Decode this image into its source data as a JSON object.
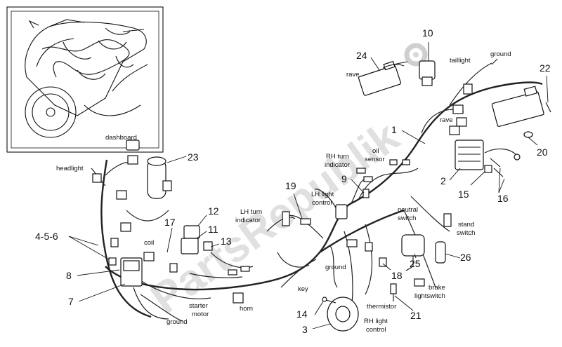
{
  "watermark": "PartsRepublik",
  "callouts": {
    "n1": "1",
    "n2": "2",
    "n3": "3",
    "n456": "4-5-6",
    "n7": "7",
    "n8": "8",
    "n9": "9",
    "n10": "10",
    "n11": "11",
    "n12": "12",
    "n13": "13",
    "n14": "14",
    "n15": "15",
    "n16": "16",
    "n17": "17",
    "n18": "18",
    "n19": "19",
    "n20": "20",
    "n21": "21",
    "n22": "22",
    "n23": "23",
    "n24": "24",
    "n25": "25",
    "n26": "26"
  },
  "labels": {
    "dashboard": "dashboard",
    "headlight": "headlight",
    "coil": "coil",
    "lh_turn_1": "LH turn",
    "lh_turn_2": "indicator",
    "rh_turn_1": "RH turn",
    "rh_turn_2": "indicator",
    "oil_1": "oil",
    "oil_2": "sensor",
    "lh_light_1": "LH light",
    "lh_light_2": "control",
    "rave_top": "rave",
    "rave_right": "rave",
    "taillight": "taillight",
    "ground_top": "ground",
    "neutral_1": "neutral",
    "neutral_2": "switch",
    "stand_1": "stand",
    "stand_2": "switch",
    "starter_1": "starter",
    "starter_2": "motor",
    "ground_bottom": "ground",
    "horn": "horn",
    "key": "key",
    "ground_mid": "ground",
    "thermistor": "thermistor",
    "rh_light_1": "RH light",
    "rh_light_2": "control",
    "brake_1": "brake",
    "brake_2": "lightswitch"
  }
}
